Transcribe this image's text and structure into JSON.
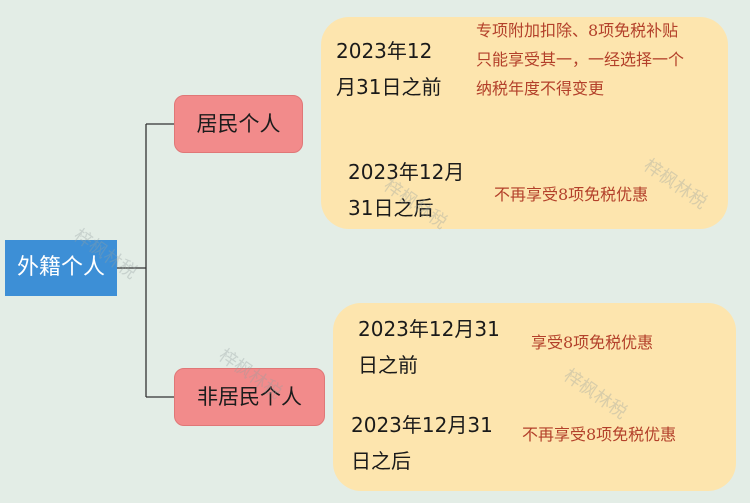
{
  "root": {
    "label": "外籍个人"
  },
  "branches": [
    {
      "label": "居民个人",
      "items": [
        {
          "date_lines": [
            "2023年12",
            "月31日之前"
          ],
          "note_lines": [
            "专项附加扣除、8项免税补贴",
            "只能享受其一，一经选择一个",
            "纳税年度不得变更"
          ]
        },
        {
          "date_lines": [
            "2023年12月",
            "31日之后"
          ],
          "note_lines": [
            "不再享受8项免税优惠"
          ]
        }
      ]
    },
    {
      "label": "非居民个人",
      "items": [
        {
          "date_lines": [
            "2023年12月31",
            "日之前"
          ],
          "note_lines": [
            "享受8项免税优惠"
          ]
        },
        {
          "date_lines": [
            "2023年12月31",
            "日之后"
          ],
          "note_lines": [
            "不再享受8项免税优惠"
          ]
        }
      ]
    }
  ],
  "watermark": "梓枫林税"
}
